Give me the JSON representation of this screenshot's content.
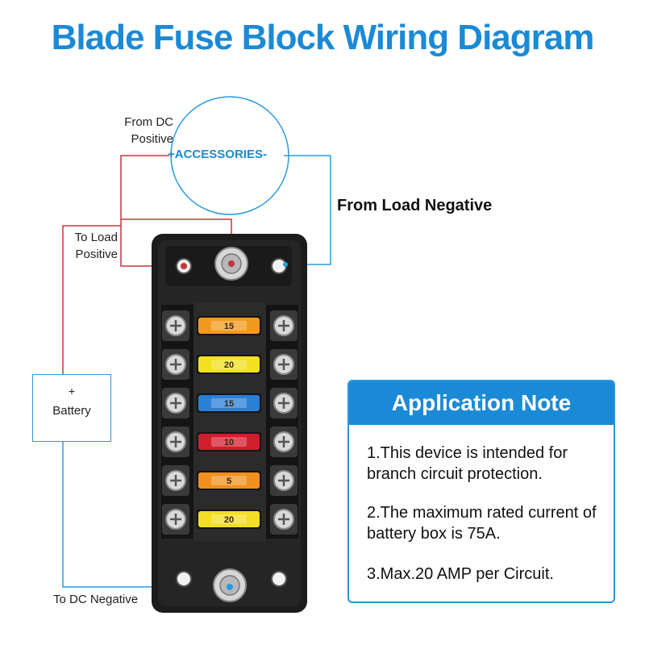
{
  "title": "Blade Fuse Block Wiring Diagram",
  "labels": {
    "from_dc_positive": [
      "From DC",
      "Positive"
    ],
    "accessories": "+ACCESSORIES-",
    "from_load_negative": "From Load Negative",
    "to_load_positive": [
      "To Load",
      "Positive"
    ],
    "battery_plus": "+",
    "battery": "Battery",
    "to_dc_negative": "To DC Negative"
  },
  "fuses": [
    {
      "rating": "15",
      "color": "#f39a1e"
    },
    {
      "rating": "20",
      "color": "#f2e11f"
    },
    {
      "rating": "15",
      "color": "#2a7fd6"
    },
    {
      "rating": "10",
      "color": "#d21e2c"
    },
    {
      "rating": "5",
      "color": "#f0901e"
    },
    {
      "rating": "20",
      "color": "#f3df22"
    }
  ],
  "note": {
    "heading": "Application Note",
    "items": [
      "1.This device is intended for branch circuit protection.",
      "2.The maximum rated current of battery box is 75A.",
      "3.Max.20 AMP per Circuit."
    ]
  },
  "colors": {
    "accent": "#1b8ad6",
    "positive_wire": "#c8353a",
    "negative_wire": "#2a9be0",
    "block": "#1c1c1c"
  }
}
